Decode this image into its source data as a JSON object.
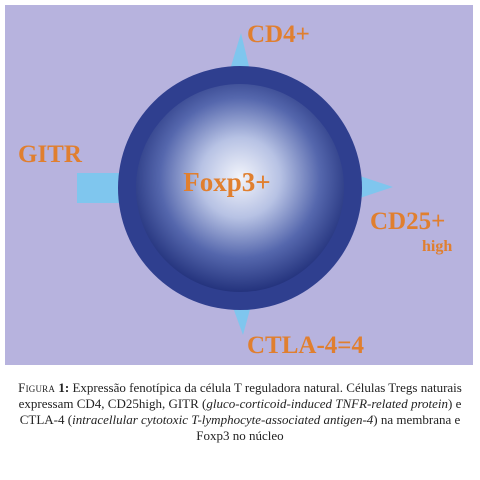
{
  "diagram": {
    "nucleus_label": "Foxp3+",
    "markers": {
      "cd4": "CD4+",
      "gitr": "GITR",
      "cd25": "CD25+",
      "cd25_sub": "high",
      "ctla4": "CTLA-4=4"
    },
    "colors": {
      "background": "#b7b3de",
      "cell_outer": "#2f3f8f",
      "cell_inner_dark": "#24337d",
      "cell_inner_light": "#f2f4fb",
      "receptor": "#7fc6ee",
      "label": "#e07f2f"
    }
  },
  "caption": {
    "fig_label": "Figura",
    "fig_number": "1:",
    "text1": " Expressão fenotípica da célula T reguladora natural. Células Tregs naturais expressam CD4, CD25high, GITR (",
    "italic1": "gluco-corticoid-induced TNFR-related protein",
    "text2": ") e CTLA-4 (",
    "italic2": "intracellular cytotoxic T-lymphocyte-associated antigen-4",
    "text3": ") na membrana e Foxp3 no núcleo"
  }
}
